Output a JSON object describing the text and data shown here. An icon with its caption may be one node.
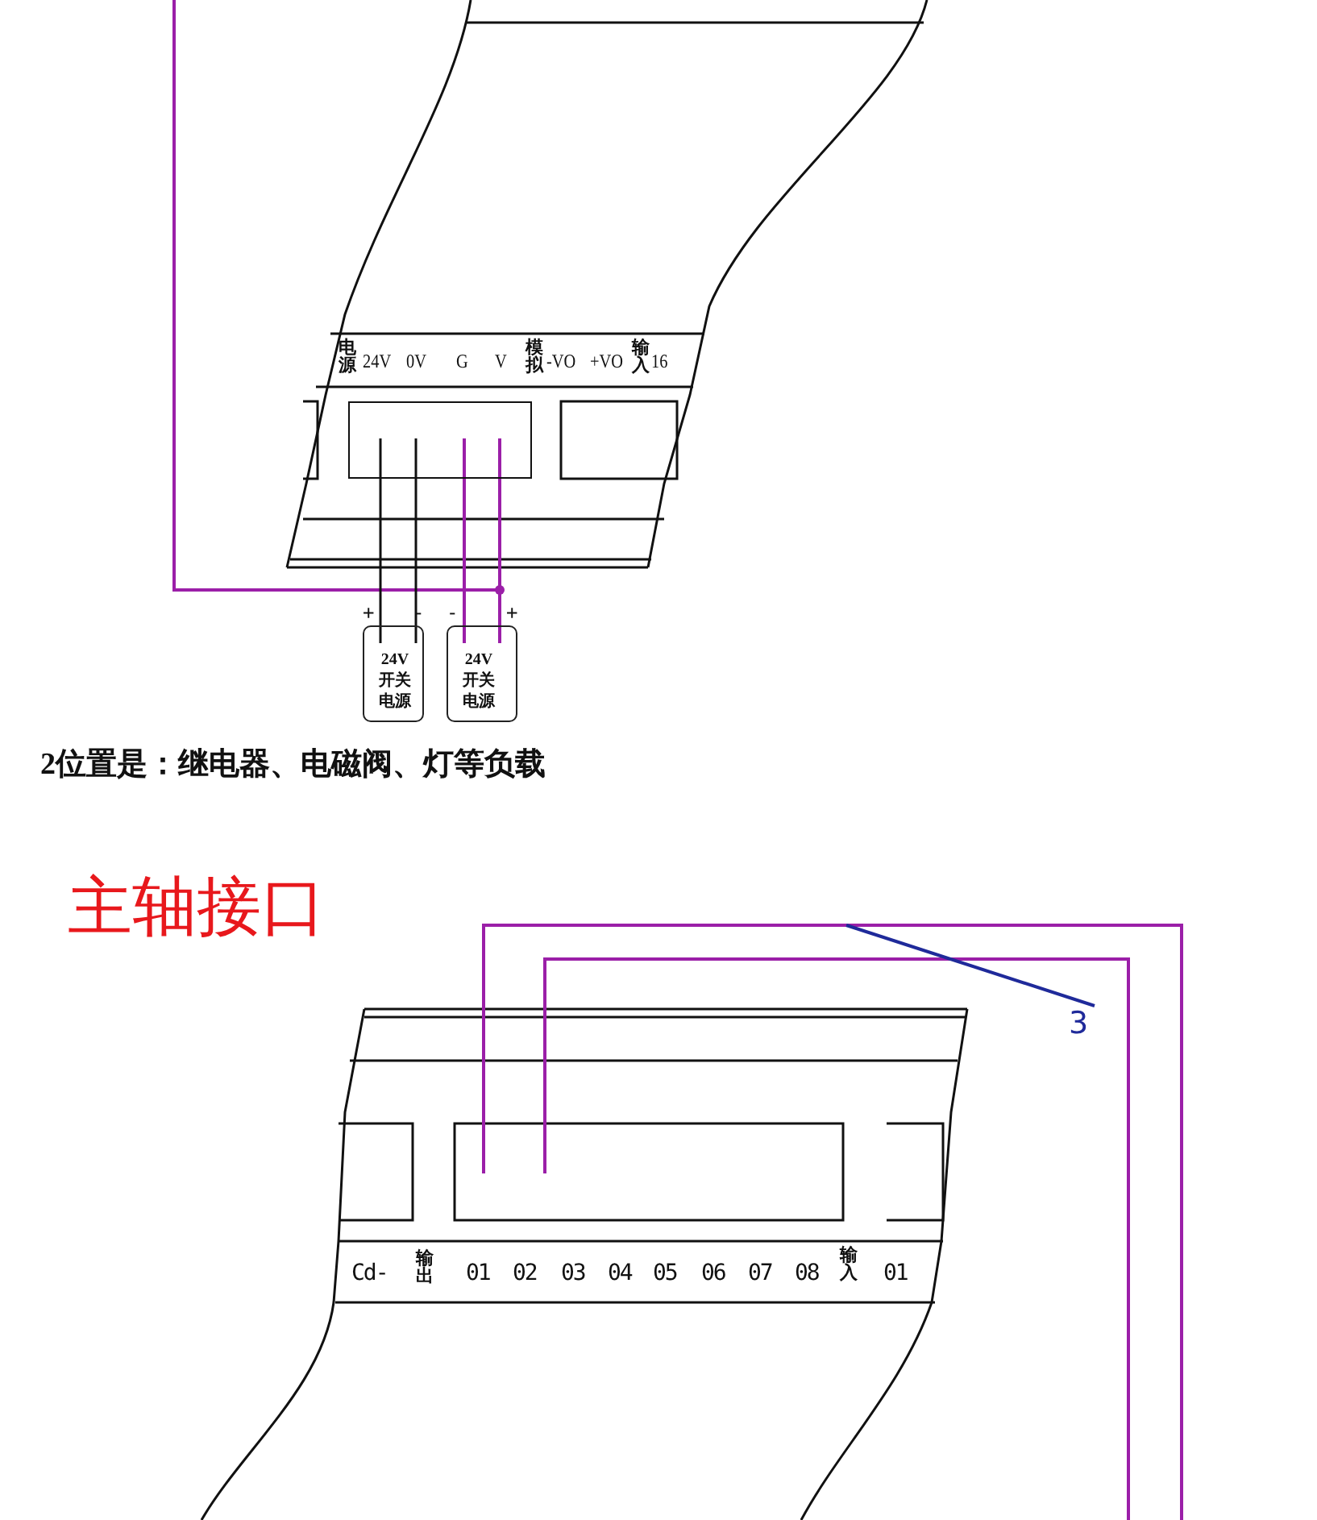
{
  "diagram": {
    "nodes": [
      {
        "text": [],
        "shape": "box"
      },
      {
        "text": [
          "24V开关电源"
        ],
        "beside": [
          "+",
          "-"
        ]
      },
      {
        "text": [
          "24V开关电源"
        ],
        "beside": [
          "-",
          "+"
        ]
      },
      {
        "text": [
          "3"
        ]
      }
    ],
    "edges": [
      {
        "from": 0,
        "to": 1,
        "arrow": "none"
      },
      {
        "from": 0,
        "to": 1,
        "arrow": "none"
      },
      {
        "from": 0,
        "to": 2,
        "arrow": "none",
        "color": "#9b1fa8"
      },
      {
        "from": 0,
        "to": 2,
        "arrow": "none",
        "color": "#9b1fa8"
      },
      {
        "from": 3,
        "to": null,
        "arrow": "none",
        "color": "#1f2a9a"
      }
    ],
    "labels": [
      "电源",
      "24V",
      "0V",
      "G",
      "V",
      "模拟",
      "-VO",
      "+VO",
      "输入",
      "16",
      "2位置是：继电器、电磁阀、灯等负载",
      "主轴接口",
      "Cd-",
      "输出",
      "01",
      "02",
      "03",
      "04",
      "05",
      "06",
      "07",
      "08",
      "输入",
      "01"
    ]
  }
}
